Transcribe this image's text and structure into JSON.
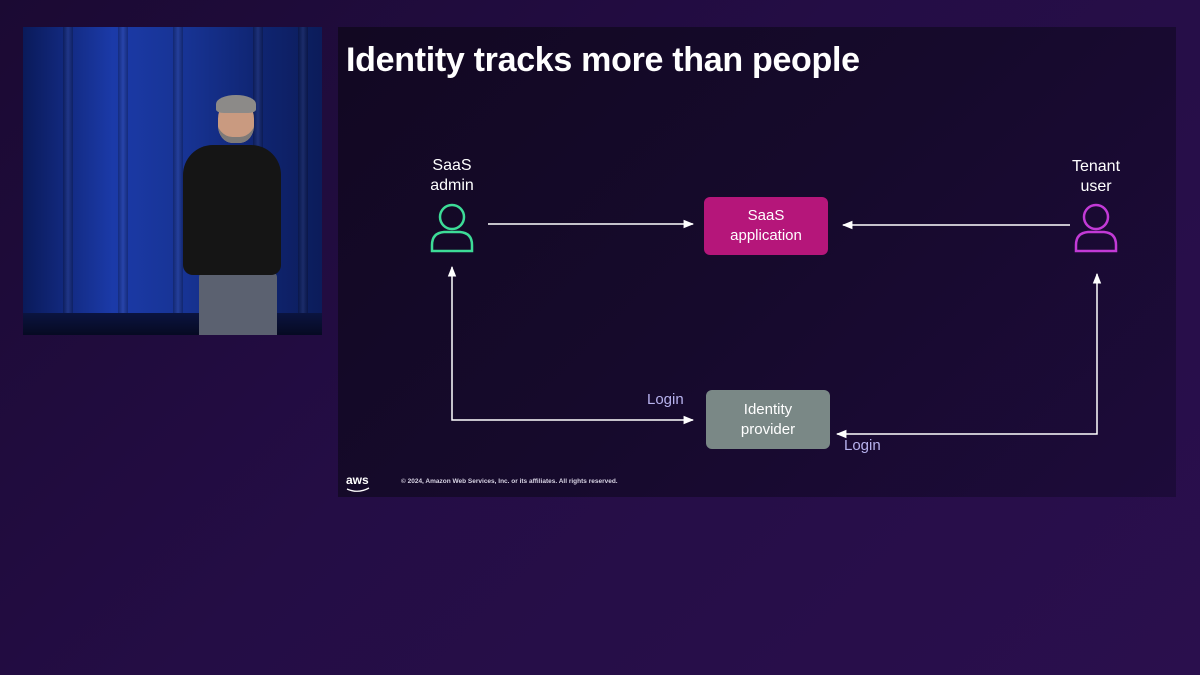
{
  "slide": {
    "title": "Identity tracks more than people",
    "nodes": {
      "saas_admin": {
        "label_line1": "SaaS",
        "label_line2": "admin",
        "color": "#3ddc97"
      },
      "tenant_user": {
        "label_line1": "Tenant",
        "label_line2": "user",
        "color": "#c23ad6"
      },
      "saas_application": {
        "label_line1": "SaaS",
        "label_line2": "application",
        "color": "#b5167a"
      },
      "identity_provider": {
        "label_line1": "Identity",
        "label_line2": "provider",
        "color": "#7a8886"
      }
    },
    "edges": {
      "login_left": "Login",
      "login_right": "Login"
    },
    "footer": {
      "logo": "aws",
      "copyright": "© 2024, Amazon Web Services, Inc. or its affiliates. All rights reserved."
    }
  },
  "icons": [
    "person-icon",
    "person-icon"
  ]
}
